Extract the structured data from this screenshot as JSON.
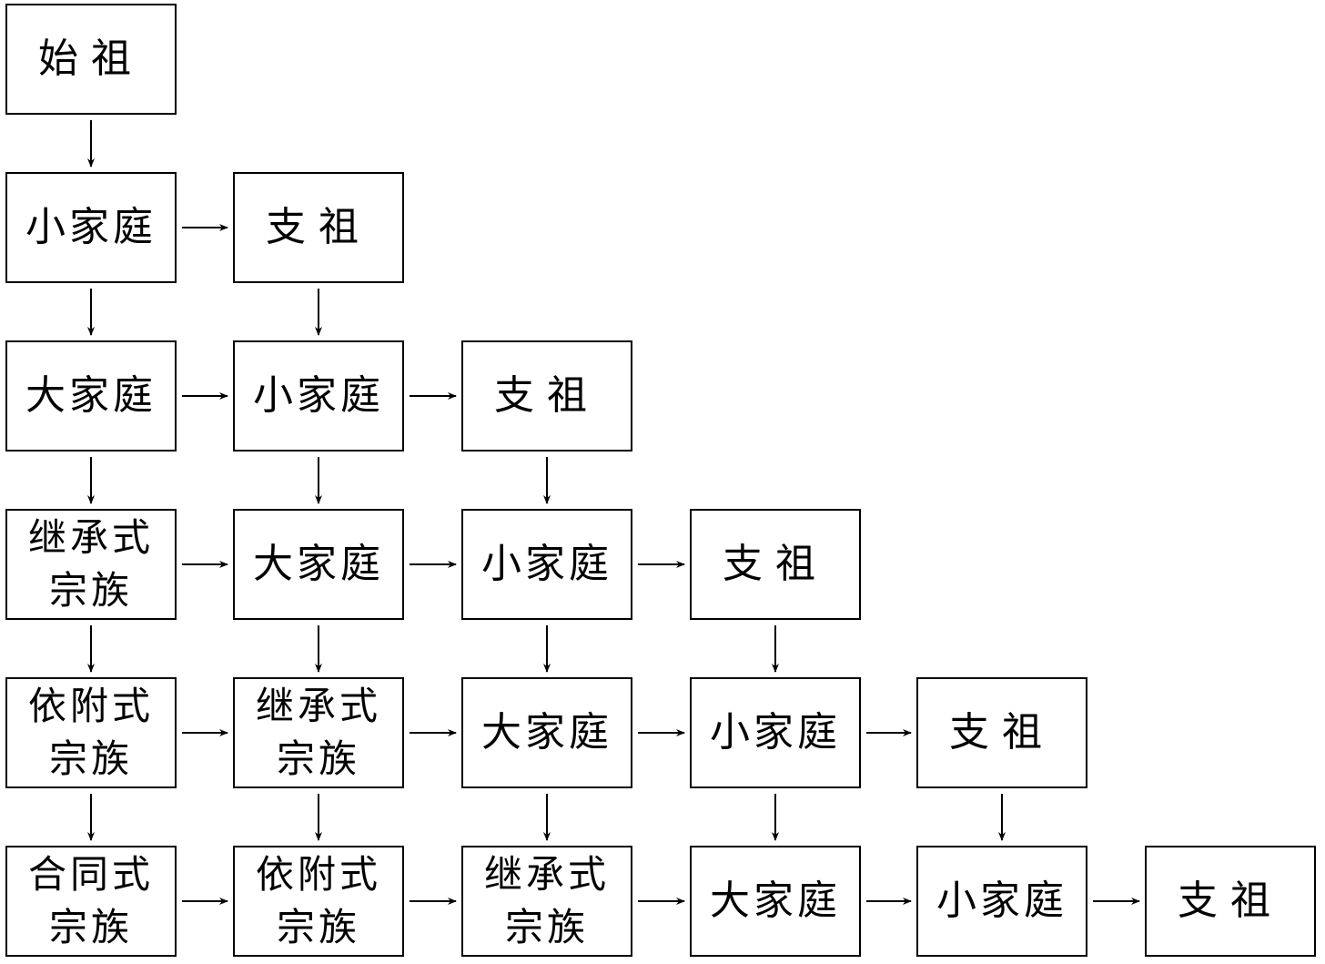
{
  "diagram": {
    "colors": {
      "line": "#000000",
      "background": "#ffffff"
    },
    "rows": [
      [
        {
          "lines": [
            "始祖"
          ]
        }
      ],
      [
        {
          "lines": [
            "小家庭"
          ]
        },
        {
          "lines": [
            "支祖"
          ]
        }
      ],
      [
        {
          "lines": [
            "大家庭"
          ]
        },
        {
          "lines": [
            "小家庭"
          ]
        },
        {
          "lines": [
            "支祖"
          ]
        }
      ],
      [
        {
          "lines": [
            "继承式",
            "宗族"
          ]
        },
        {
          "lines": [
            "大家庭"
          ]
        },
        {
          "lines": [
            "小家庭"
          ]
        },
        {
          "lines": [
            "支祖"
          ]
        }
      ],
      [
        {
          "lines": [
            "依附式",
            "宗族"
          ]
        },
        {
          "lines": [
            "继承式",
            "宗族"
          ]
        },
        {
          "lines": [
            "大家庭"
          ]
        },
        {
          "lines": [
            "小家庭"
          ]
        },
        {
          "lines": [
            "支祖"
          ]
        }
      ],
      [
        {
          "lines": [
            "合同式",
            "宗族"
          ]
        },
        {
          "lines": [
            "依附式",
            "宗族"
          ]
        },
        {
          "lines": [
            "继承式",
            "宗族"
          ]
        },
        {
          "lines": [
            "大家庭"
          ]
        },
        {
          "lines": [
            "小家庭"
          ]
        },
        {
          "lines": [
            "支祖"
          ]
        }
      ]
    ]
  }
}
